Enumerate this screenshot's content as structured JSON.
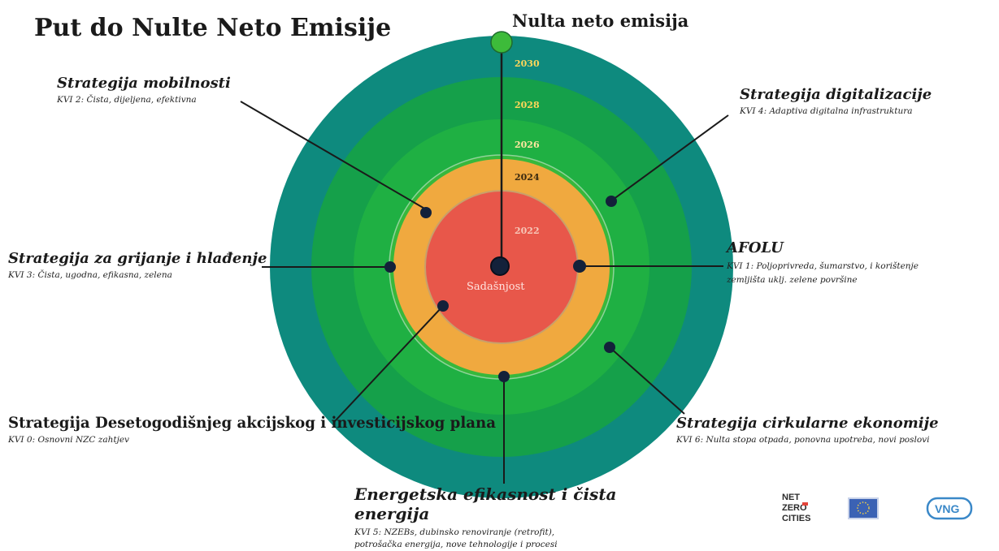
{
  "title": "Put do Nulte Neto Emisije",
  "target_label": "Nulta neto emisija",
  "center_label": "Sadašnjost",
  "years": [
    "2030",
    "2028",
    "2026",
    "2024",
    "2022"
  ],
  "colors": {
    "outer_ring": "#0e8a7e",
    "green_dark": "#15a04a",
    "green_mid": "#1fb043",
    "green_light": "#37b83c",
    "orange": "#f0a93f",
    "red": "#e8574a",
    "target": "#3dbb3a",
    "dot": "#13213a",
    "line": "#1a1a1a"
  },
  "strategies": {
    "mobility": {
      "title": "Strategija mobilnosti",
      "subtitle": "KVI 2: Čista, dijeljena, efektivna"
    },
    "digital": {
      "title": "Strategija digitalizacije",
      "subtitle": "KVI 4: Adaptiva digitalna infrastruktura"
    },
    "heating": {
      "title": "Strategija za grijanje i hlađenje",
      "subtitle": "KVI 3: Čista, ugodna, efikasna, zelena"
    },
    "afolu": {
      "title": "AFOLU",
      "subtitle_line1": "KVI 1: Poljoprivreda, šumarstvo, i korištenje",
      "subtitle_line2": "zemljišta uklj. zelene površine"
    },
    "ten_year": {
      "title": "Strategija Desetogodišnjeg akcijskog i investicijskog plana",
      "subtitle": "KVI 0: Osnovni NZC zahtjev"
    },
    "circular": {
      "title": "Strategija cirkularne ekonomije",
      "subtitle": "KVI 6: Nulta stopa otpada, ponovna upotreba, novi poslovi"
    },
    "energy": {
      "title_line1": "Energetska efikasnost i čista",
      "title_line2": "energija",
      "subtitle_line1": "KVI 5: NZEBs, dubinsko renoviranje (retrofit),",
      "subtitle_line2": "potrošačka energija, nove tehnologije i procesi"
    }
  },
  "logos": {
    "netzero_line1": "NET",
    "netzero_line2": "ZERO",
    "netzero_line3": "CITIES",
    "vng": "VNG"
  }
}
